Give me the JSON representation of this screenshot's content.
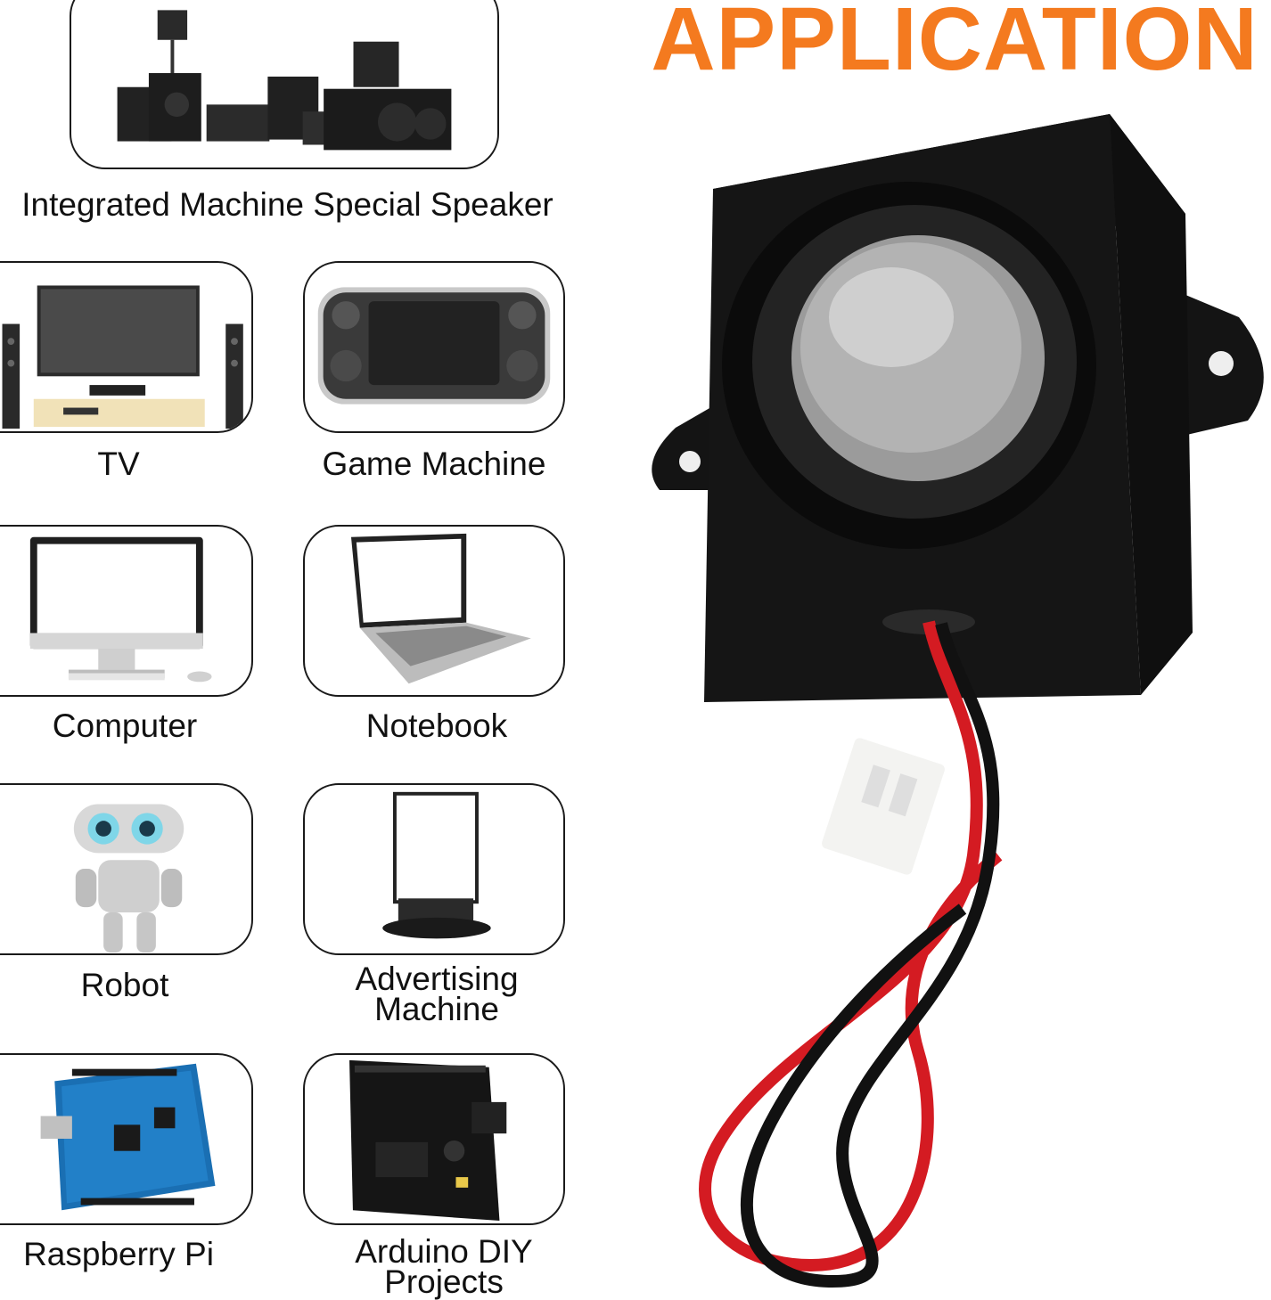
{
  "headline": "APPLICATION",
  "colors": {
    "accent": "#f47a1f",
    "card_border": "#1a1a1a",
    "text": "#111111"
  },
  "applications": [
    {
      "label": "Integrated Machine Special Speaker",
      "icon": "speaker-system-icon"
    },
    {
      "label": "TV",
      "icon": "tv-icon"
    },
    {
      "label": "Game Machine",
      "icon": "game-console-icon"
    },
    {
      "label": "Computer",
      "icon": "computer-icon"
    },
    {
      "label": "Notebook",
      "icon": "laptop-icon"
    },
    {
      "label": "Robot",
      "icon": "robot-icon"
    },
    {
      "label_line1": "Advertising",
      "label_line2": "Machine",
      "icon": "advertising-display-icon"
    },
    {
      "label": "Raspberry Pi",
      "icon": "circuit-board-icon"
    },
    {
      "label_line1": "Arduino DIY",
      "label_line2": "Projects",
      "icon": "arduino-board-icon"
    }
  ],
  "product": {
    "icon": "mini-speaker-icon"
  }
}
